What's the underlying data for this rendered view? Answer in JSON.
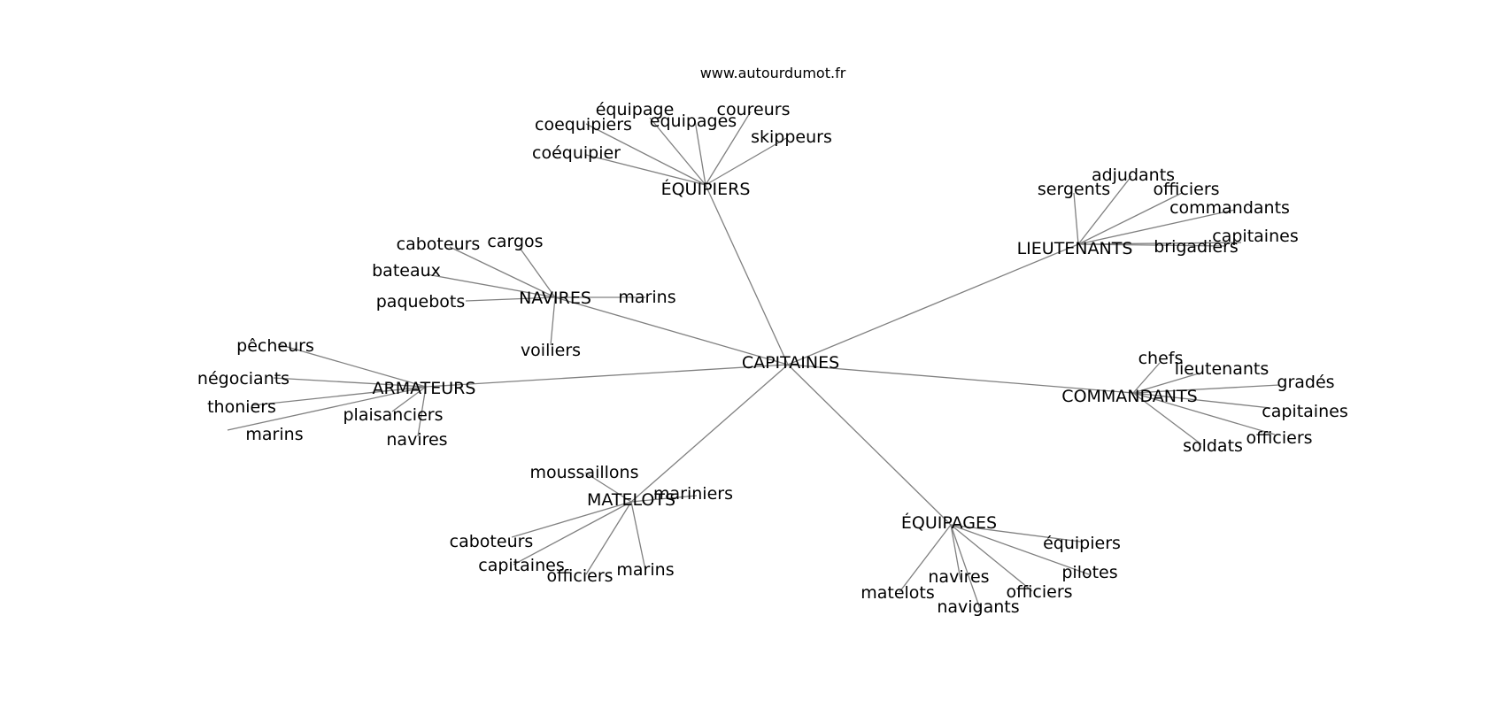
{
  "site": "www.autourdumot.fr",
  "center": "CAPITAINES",
  "clusters": [
    {
      "id": "equipiers",
      "label": "ÉQUIPIERS",
      "leaves": [
        "équipage",
        "coureurs",
        "coequipiers",
        "equipages",
        "skippeurs",
        "coéquipier"
      ]
    },
    {
      "id": "lieutenants",
      "label": "LIEUTENANTS",
      "leaves": [
        "adjudants",
        "sergents",
        "officiers",
        "commandants",
        "capitaines",
        "brigadiers"
      ]
    },
    {
      "id": "navires",
      "label": "NAVIRES",
      "leaves": [
        "caboteurs",
        "cargos",
        "bateaux",
        "paquebots",
        "marins",
        "voiliers"
      ]
    },
    {
      "id": "armateurs",
      "label": "ARMATEURS",
      "leaves": [
        "pêcheurs",
        "négociants",
        "thoniers",
        "marins",
        "plaisanciers",
        "navires"
      ]
    },
    {
      "id": "commandants",
      "label": "COMMANDANTS",
      "leaves": [
        "chefs",
        "lieutenants",
        "gradés",
        "capitaines",
        "officiers",
        "soldats"
      ]
    },
    {
      "id": "matelots",
      "label": "MATELOTS",
      "leaves": [
        "moussaillons",
        "mariniers",
        "caboteurs",
        "capitaines",
        "officiers",
        "marins"
      ]
    },
    {
      "id": "equipages",
      "label": "ÉQUIPAGES",
      "leaves": [
        "équipiers",
        "pilotes",
        "navires",
        "officiers",
        "matelots",
        "navigants"
      ]
    }
  ]
}
